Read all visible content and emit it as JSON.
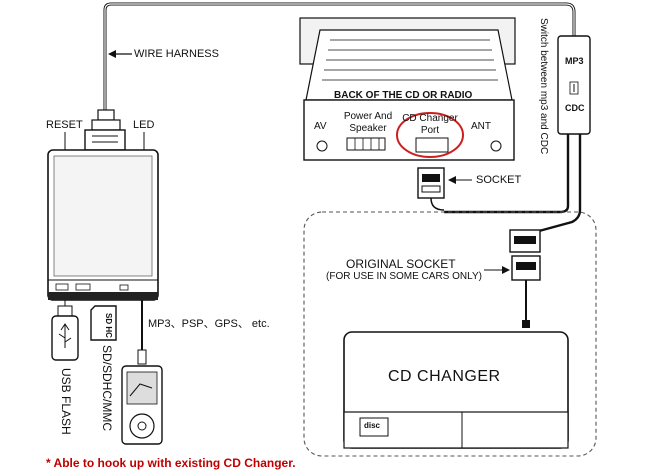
{
  "labels": {
    "wire_harness": "WIRE HARNESS",
    "reset": "RESET",
    "led": "LED",
    "back_of_cd": "BACK OF THE CD OR RADIO",
    "av": "AV",
    "power_speaker_1": "Power And",
    "power_speaker_2": "Speaker",
    "cd_changer_port_1": "CD Changer",
    "cd_changer_port_2": "Port",
    "ant": "ANT",
    "socket": "SOCKET",
    "switch_text": "Switch between mp3 and CDC",
    "mp3": "MP3",
    "cdc": "CDC",
    "original_socket": "ORIGINAL SOCKET",
    "for_use": "(FOR USE IN SOME CARS ONLY)",
    "mp3_psp": "MP3、PSP、GPS、 etc.",
    "usb_flash": "USB FLASH",
    "sd_sdhc_mmc": "SD/SDHC/MMC",
    "sd_logo": "SD HC",
    "cd_changer": "CD CHANGER",
    "compact_disc": "disc",
    "footnote": "* Able to hook up with existing CD Changer."
  },
  "colors": {
    "line": "#111111",
    "highlight_circle": "#cc1f1f",
    "footnote": "#c00000"
  }
}
